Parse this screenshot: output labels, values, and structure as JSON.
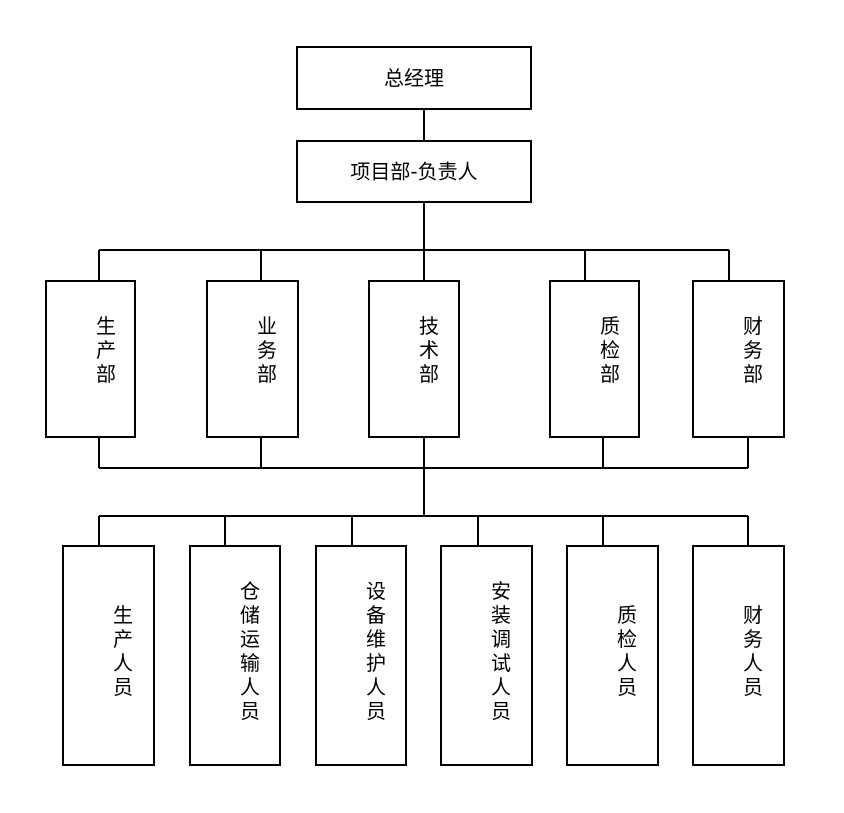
{
  "org_chart": {
    "top": "总经理",
    "manager": "项目部-负责人",
    "departments": [
      "生产部",
      "业务部",
      "技术部",
      "质检部",
      "财务部"
    ],
    "staff": [
      "生产人员",
      "仓储运输人员",
      "设备维护人员",
      "安装调试人员",
      "质检人员",
      "财务人员"
    ]
  }
}
